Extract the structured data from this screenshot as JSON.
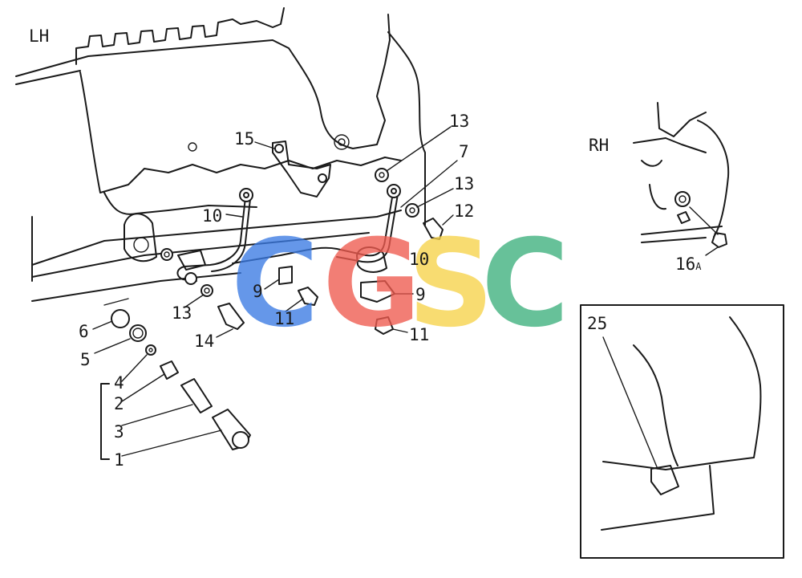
{
  "views": {
    "left_label": "LH",
    "right_label": "RH"
  },
  "callouts": {
    "c1": "1",
    "c2": "2",
    "c3": "3",
    "c4": "4",
    "c5": "5",
    "c6": "6",
    "c7": "7",
    "c9a": "9",
    "c9b": "9",
    "c10a": "10",
    "c10b": "10",
    "c11a": "11",
    "c11b": "11",
    "c12": "12",
    "c13a": "13",
    "c13b": "13",
    "c13c": "13",
    "c14": "14",
    "c15": "15",
    "c16a": "16",
    "c16a_suffix": "A",
    "c25": "25"
  },
  "watermark": {
    "letters": [
      "C",
      "G",
      "S",
      "C"
    ],
    "colors": [
      "#3b7be3",
      "#ef5b4f",
      "#f7d34a",
      "#3db07d"
    ]
  }
}
